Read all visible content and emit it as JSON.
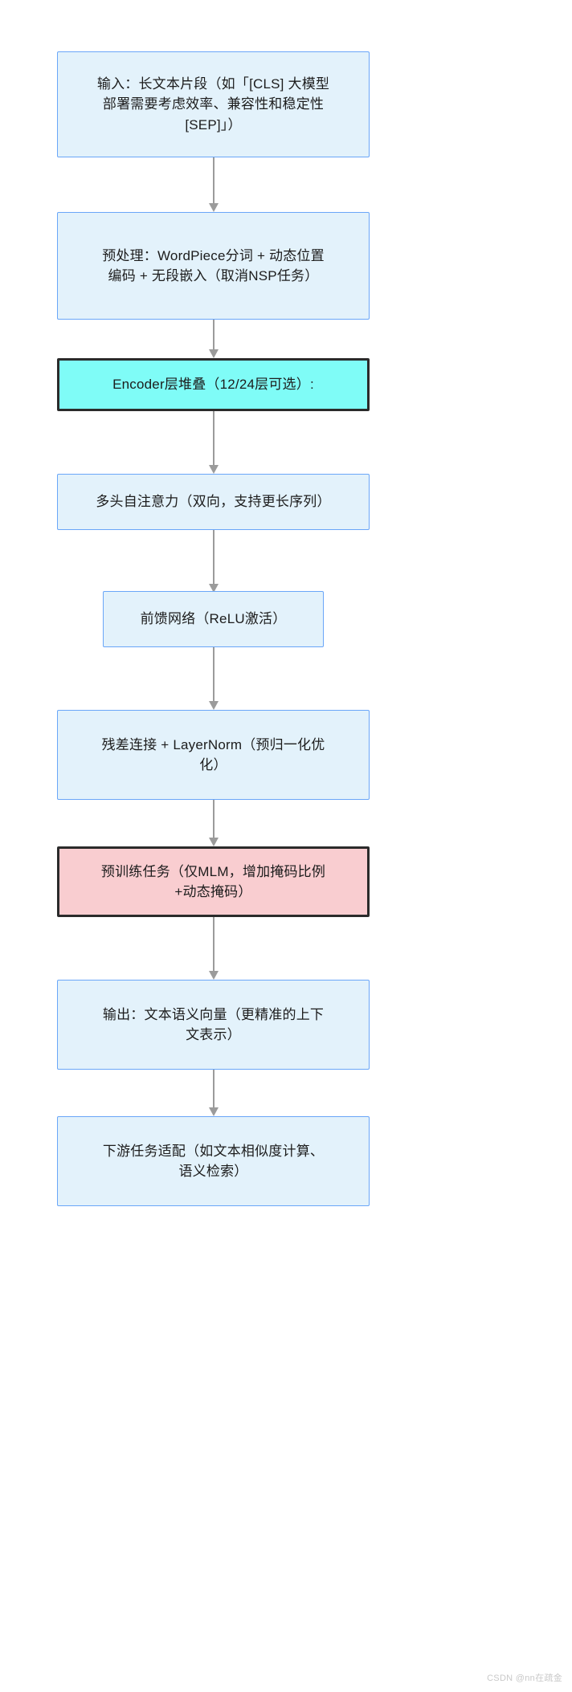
{
  "diagram": {
    "title": "BERT-style encoder pipeline flowchart",
    "orientation": "top-to-bottom",
    "colors": {
      "node_fill": "#e3f2fb",
      "node_border": "#6aa6f8",
      "accent_cyan_fill": "#7ffcf7",
      "accent_pink_fill": "#f9cdd0",
      "accent_border": "#2b2b2b",
      "edge": "#9b9b9b",
      "text": "#1c1c1c",
      "background": "#ffffff"
    },
    "nodes": [
      {
        "id": "input",
        "label": "输入：长文本片段（如「[CLS] 大模型\n部署需要考虑效率、兼容性和稳定性\n[SEP]」）",
        "style": "std"
      },
      {
        "id": "preprocess",
        "label": "预处理：WordPiece分词 + 动态位置\n编码 + 无段嵌入（取消NSP任务）",
        "style": "std"
      },
      {
        "id": "encoder-stack",
        "label": "Encoder层堆叠（12/24层可选）:",
        "style": "accent-cyan"
      },
      {
        "id": "multi-head-attention",
        "label": "多头自注意力（双向，支持更长序列）",
        "style": "std"
      },
      {
        "id": "feed-forward",
        "label": "前馈网络（ReLU激活）",
        "style": "std"
      },
      {
        "id": "residual-layernorm",
        "label": "残差连接 + LayerNorm（预归一化优\n化）",
        "style": "std"
      },
      {
        "id": "pretrain-task",
        "label": "预训练任务（仅MLM，增加掩码比例\n+动态掩码）",
        "style": "accent-pink"
      },
      {
        "id": "output",
        "label": "输出：文本语义向量（更精准的上下\n文表示）",
        "style": "std"
      },
      {
        "id": "downstream",
        "label": "下游任务适配（如文本相似度计算、\n语义检索）",
        "style": "std"
      }
    ],
    "edges": [
      {
        "from": "input",
        "to": "preprocess"
      },
      {
        "from": "preprocess",
        "to": "encoder-stack"
      },
      {
        "from": "encoder-stack",
        "to": "multi-head-attention"
      },
      {
        "from": "multi-head-attention",
        "to": "feed-forward"
      },
      {
        "from": "feed-forward",
        "to": "residual-layernorm"
      },
      {
        "from": "residual-layernorm",
        "to": "pretrain-task"
      },
      {
        "from": "pretrain-task",
        "to": "output"
      },
      {
        "from": "output",
        "to": "downstream"
      }
    ]
  },
  "watermark": {
    "text": "CSDN @nn在疏金"
  }
}
